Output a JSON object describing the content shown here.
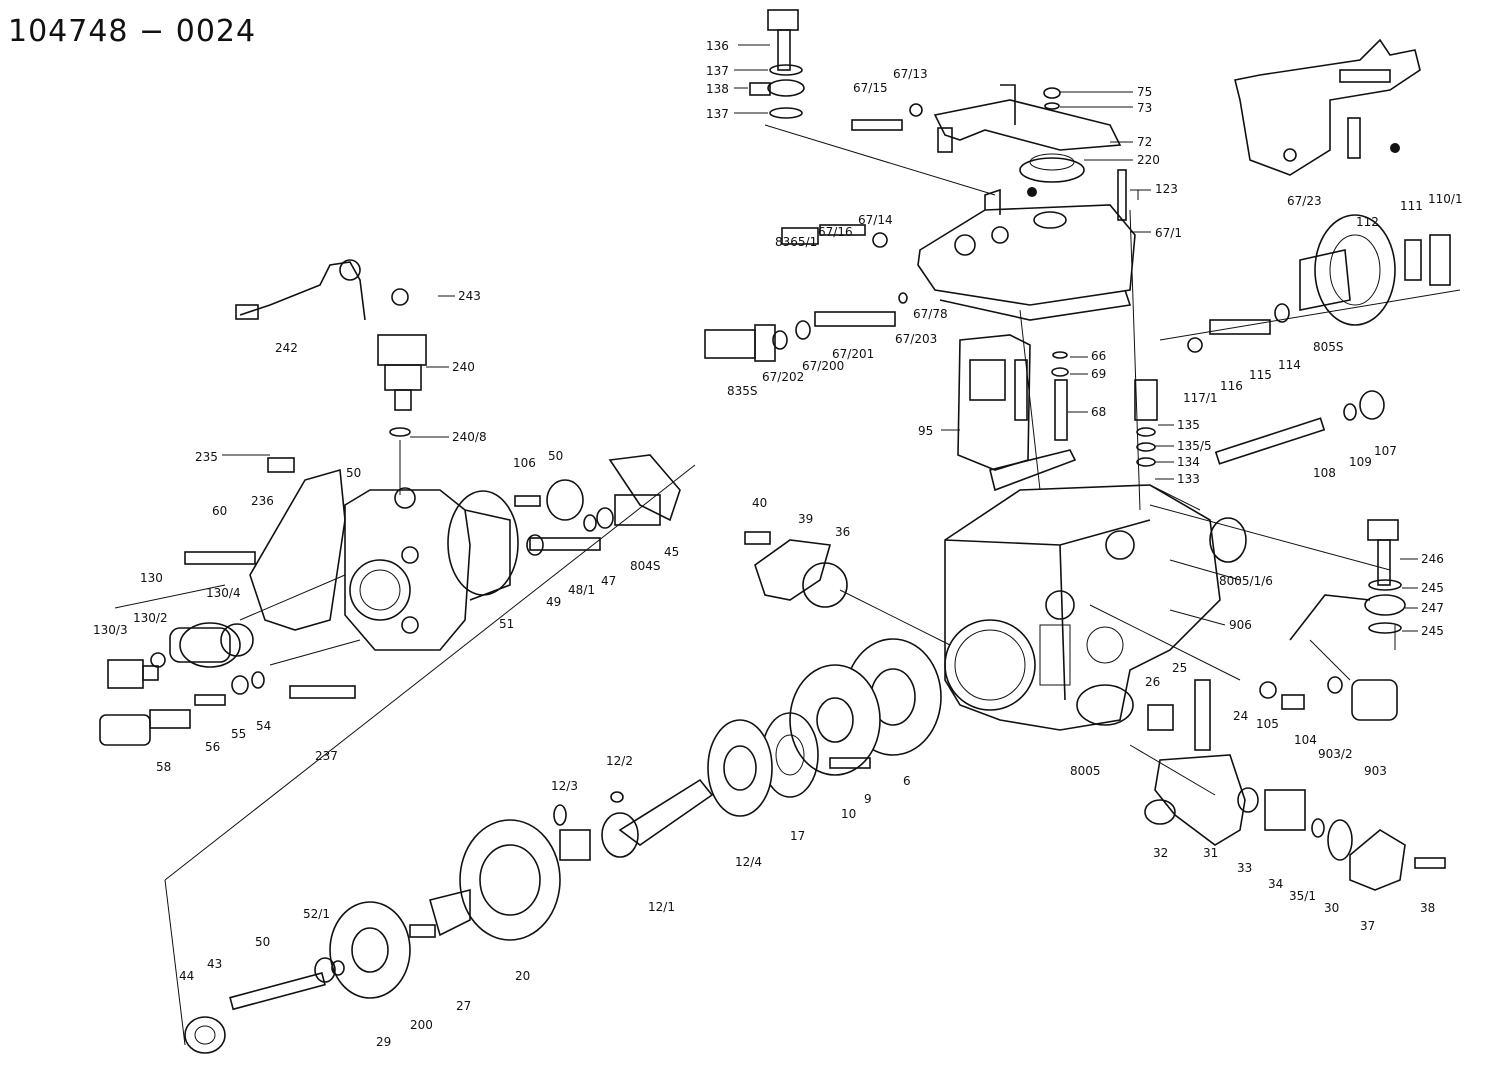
{
  "diagram": {
    "title": "104748 − 0024",
    "labels": {
      "p136": "136",
      "p137a": "137",
      "p138": "138",
      "p137b": "137",
      "p6715": "67/15",
      "p6713": "67/13",
      "p75": "75",
      "p73": "73",
      "p72": "72",
      "p220": "220",
      "p123": "123",
      "p671": "67/1",
      "p6714": "67/14",
      "p6716": "67/16",
      "p8365": "8365/1",
      "p6723": "67/23",
      "p112": "112",
      "p111": "111",
      "p1101": "110/1",
      "p6778": "67/78",
      "p67203": "67/203",
      "p67201": "67/201",
      "p67200": "67/200",
      "p67202": "67/202",
      "p8355": "835S",
      "p66": "66",
      "p69": "69",
      "p68": "68",
      "p95": "95",
      "p1171": "117/1",
      "p116": "116",
      "p115": "115",
      "p114": "114",
      "p8055": "805S",
      "p135": "135",
      "p1355": "135/5",
      "p134": "134",
      "p133": "133",
      "p108": "108",
      "p109": "109",
      "p107": "107",
      "p243": "243",
      "p242": "242",
      "p240": "240",
      "p2408": "240/8",
      "p235": "235",
      "p50a": "50",
      "p106": "106",
      "p50b": "50",
      "p60": "60",
      "p236": "236",
      "p130": "130",
      "p1302": "130/2",
      "p1304": "130/4",
      "p1303": "130/3",
      "p51": "51",
      "p49": "49",
      "p481": "48/1",
      "p47": "47",
      "p8045": "804S",
      "p45": "45",
      "p40": "40",
      "p39": "39",
      "p36": "36",
      "p80516": "8005/1/6",
      "p906": "906",
      "p246": "246",
      "p245a": "245",
      "p247": "247",
      "p245b": "245",
      "p58": "58",
      "p56": "56",
      "p55": "55",
      "p54": "54",
      "p237": "237",
      "p26": "26",
      "p25": "25",
      "p24": "24",
      "p105": "105",
      "p104": "104",
      "p9032": "903/2",
      "p903": "903",
      "p8005": "8005",
      "p122": "12/2",
      "p123b": "12/3",
      "p124": "12/4",
      "p17": "17",
      "p10": "10",
      "p9": "9",
      "p6": "6",
      "p121": "12/1",
      "p32": "32",
      "p31": "31",
      "p33": "33",
      "p34": "34",
      "p351": "35/1",
      "p30": "30",
      "p37": "37",
      "p38": "38",
      "p521": "52/1",
      "p50c": "50",
      "p44": "44",
      "p43": "43",
      "p29": "29",
      "p200": "200",
      "p27": "27",
      "p20": "20"
    }
  }
}
